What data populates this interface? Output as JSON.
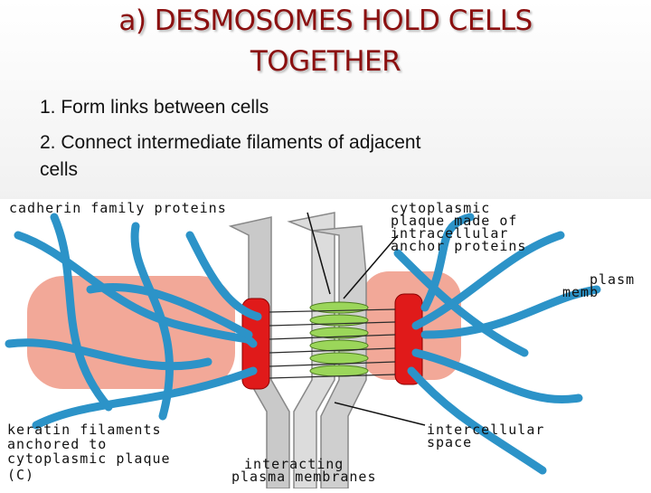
{
  "slide": {
    "title_line1": "a) DESMOSOMES HOLD CELLS",
    "title_line2": "TOGETHER",
    "bullets": [
      "1. Form links between cells",
      "2. Connect intermediate filaments of adjacent",
      "cells"
    ]
  },
  "figure": {
    "labels": {
      "cadherin": "cadherin family proteins",
      "cyto1": "cytoplasmic",
      "cyto2": "plaque made of",
      "cyto3": "intracellular",
      "cyto4": "anchor proteins",
      "plasma1": "plasm",
      "plasma2": "memb",
      "keratin1": "keratin filaments",
      "keratin2": "anchored to",
      "keratin3": "cytoplasmic plaque",
      "panel": "(C)",
      "inter1": "intercellular",
      "inter2": "space",
      "interact1": "interacting",
      "interact2": "plasma membranes"
    }
  }
}
